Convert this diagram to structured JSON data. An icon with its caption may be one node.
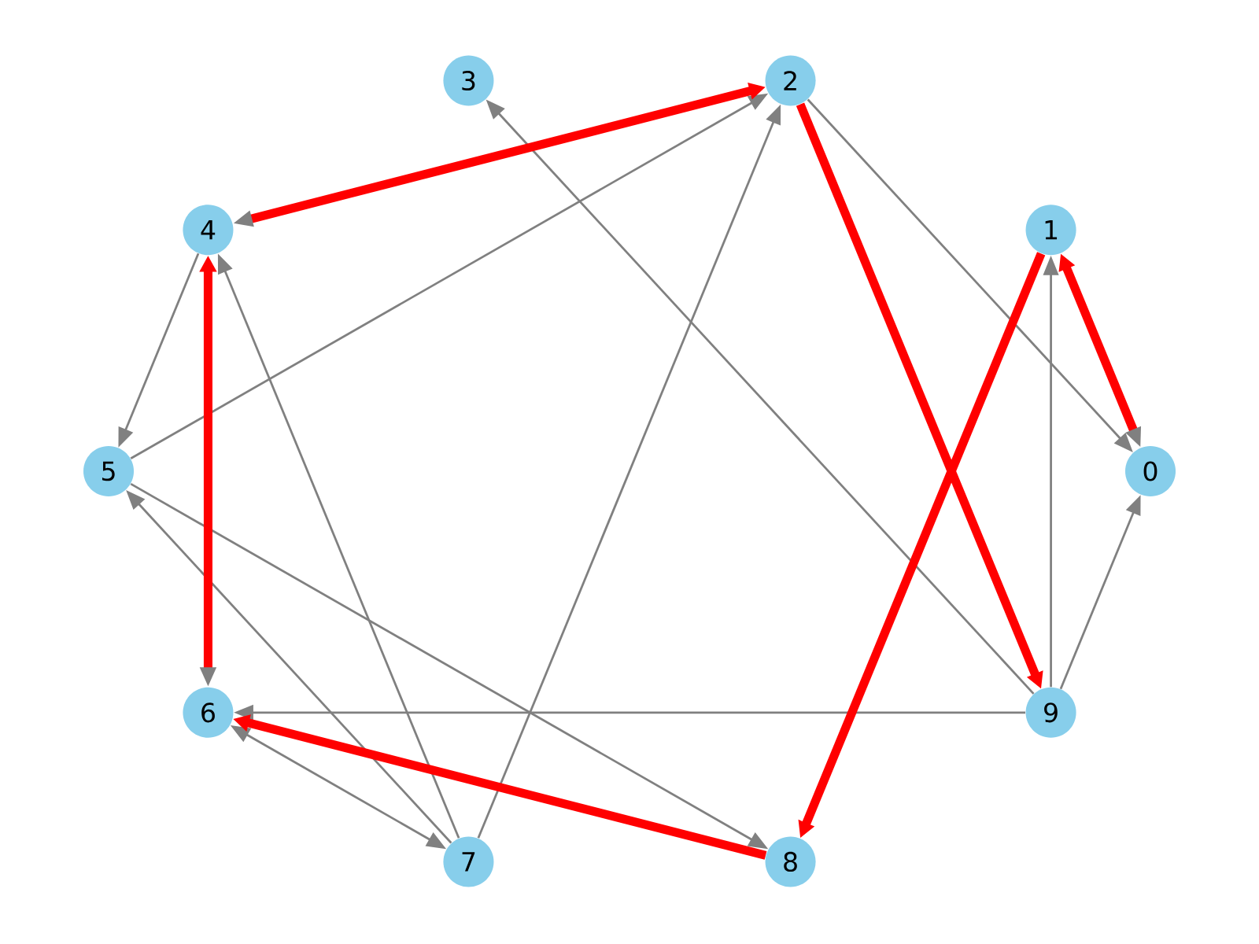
{
  "diagram": {
    "nodes": [
      {
        "text": [
          "0"
        ]
      },
      {
        "text": [
          "1"
        ]
      },
      {
        "text": [
          "2"
        ]
      },
      {
        "text": [
          "3"
        ]
      },
      {
        "text": [
          "4"
        ]
      },
      {
        "text": [
          "5"
        ]
      },
      {
        "text": [
          "6"
        ]
      },
      {
        "text": [
          "7"
        ]
      },
      {
        "text": [
          "8"
        ]
      },
      {
        "text": [
          "9"
        ]
      }
    ],
    "edges": [
      {
        "from": 2,
        "to": 0,
        "arrow": "to"
      },
      {
        "from": 9,
        "to": 0,
        "arrow": "to"
      },
      {
        "from": 9,
        "to": 1,
        "arrow": "to"
      },
      {
        "from": 9,
        "to": 3,
        "arrow": "to"
      },
      {
        "from": 9,
        "to": 6,
        "arrow": "to"
      },
      {
        "from": 5,
        "to": 2,
        "arrow": "to"
      },
      {
        "from": 7,
        "to": 2,
        "arrow": "to"
      },
      {
        "from": 4,
        "to": 5,
        "arrow": "to"
      },
      {
        "from": 5,
        "to": 8,
        "arrow": "to"
      },
      {
        "from": 7,
        "to": 4,
        "arrow": "to"
      },
      {
        "from": 7,
        "to": 5,
        "arrow": "to"
      },
      {
        "from": 6,
        "to": 7,
        "arrow": "both"
      },
      {
        "from": 0,
        "to": 1,
        "arrow": "both",
        "style": "thick",
        "color": "#ff0000"
      },
      {
        "from": 1,
        "to": 8,
        "arrow": "to",
        "style": "thick",
        "color": "#ff0000"
      },
      {
        "from": 8,
        "to": 6,
        "arrow": "to",
        "style": "thick",
        "color": "#ff0000"
      },
      {
        "from": 6,
        "to": 4,
        "arrow": "both",
        "style": "thick",
        "color": "#ff0000"
      },
      {
        "from": 4,
        "to": 2,
        "arrow": "both",
        "style": "thick",
        "color": "#ff0000"
      },
      {
        "from": 2,
        "to": 9,
        "arrow": "to",
        "style": "thick",
        "color": "#ff0000"
      }
    ]
  }
}
